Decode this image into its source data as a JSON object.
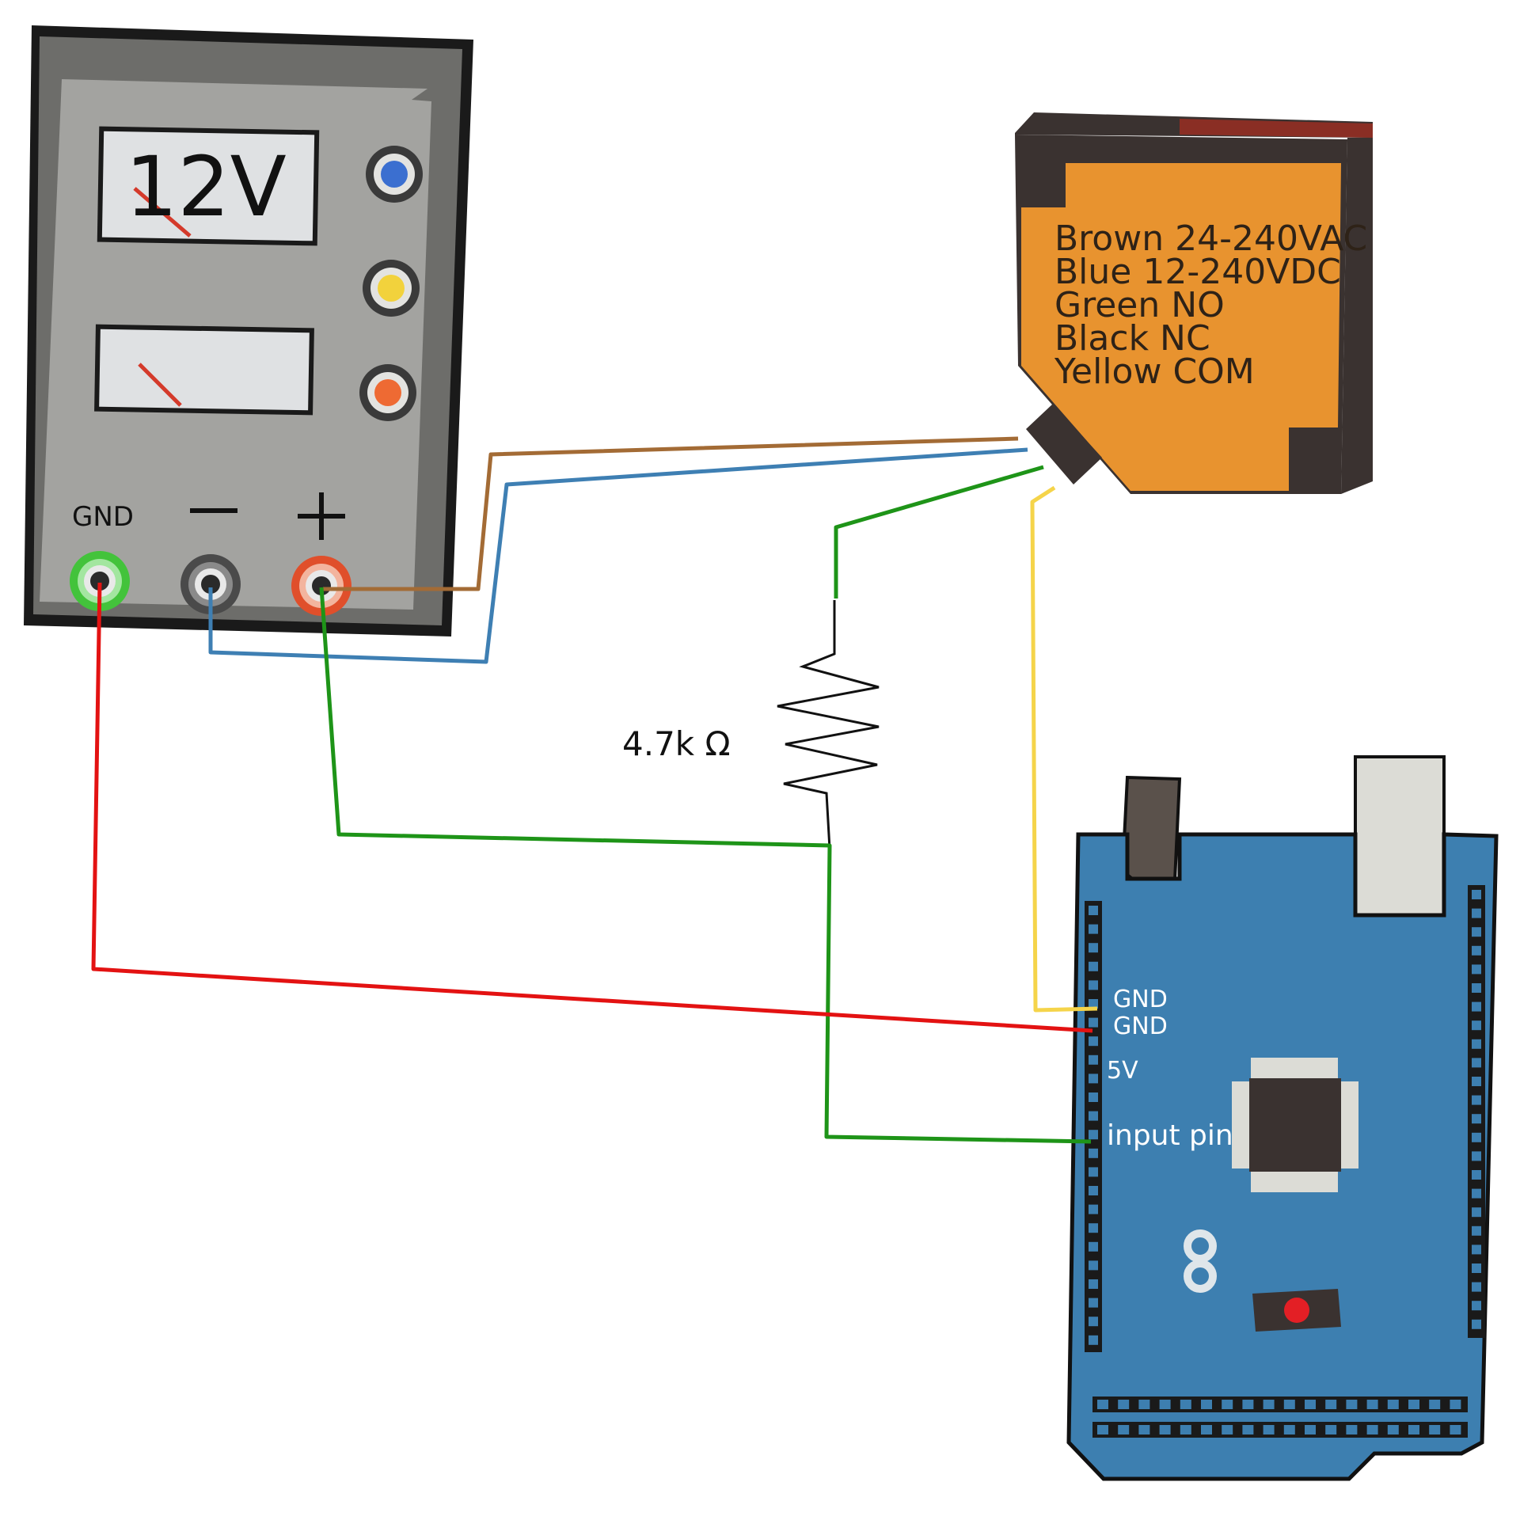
{
  "power_supply": {
    "meter_display": "12V",
    "terminal_labels": {
      "gnd": "GND",
      "minus": "—",
      "plus": "+"
    }
  },
  "sensor": {
    "wire_labels": [
      "Brown 24-240VAC",
      "Blue 12-240VDC",
      "Green NO",
      "Black NC",
      "Yellow COM"
    ]
  },
  "resistor": {
    "label": "4.7k Ω"
  },
  "arduino": {
    "pin_labels": {
      "gnd1": "GND",
      "gnd2": "GND",
      "v5": "5V",
      "input": "input pin"
    }
  },
  "wire_colors": {
    "brown": "#a36b35",
    "blue": "#3e7fb3",
    "green": "#1e9418",
    "yellow": "#f5d44a",
    "red": "#e31212",
    "black": "#111111"
  },
  "component_colors": {
    "psu_body": "#a3a3a0",
    "sensor_body": "#e8932f",
    "arduino_board": "#3d7fb0"
  }
}
